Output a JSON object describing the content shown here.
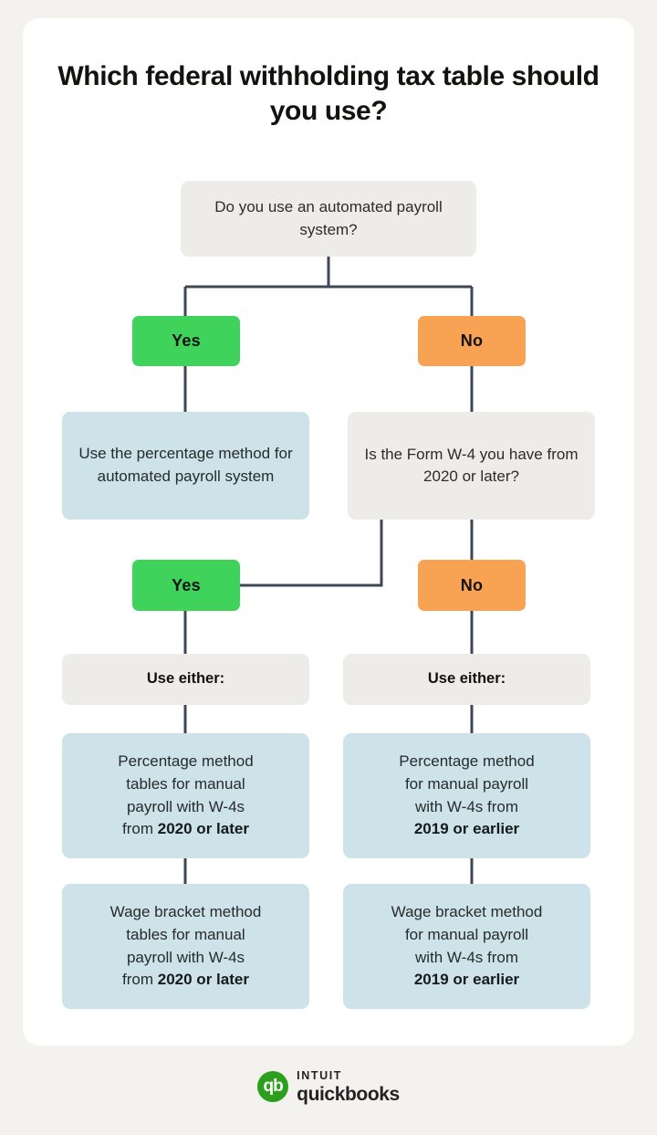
{
  "page": {
    "background_color": "#f3f2ee",
    "card_color": "#ffffff"
  },
  "title": "Which federal withholding tax table should you use?",
  "colors": {
    "yes_green": "#3fd35c",
    "no_orange": "#f8a254",
    "question_gray": "#edece8",
    "answer_blue": "#cde3e9",
    "connector": "#3e4756",
    "brand_green": "#2ca01c"
  },
  "flowchart": {
    "type": "decision-tree",
    "nodes": {
      "q1": {
        "kind": "question",
        "text": "Do you use an automated payroll system?",
        "lines": [
          "Do you use an automated",
          "payroll system?"
        ]
      },
      "q1_yes": {
        "kind": "answer-pill",
        "label": "Yes"
      },
      "q1_no": {
        "kind": "answer-pill",
        "label": "No"
      },
      "outcome_automated": {
        "kind": "outcome",
        "text": "Use the percentage method for automated payroll system",
        "lines": [
          "Use the percentage",
          "method for automated",
          "payroll system"
        ]
      },
      "q2": {
        "kind": "question",
        "text": "Is the Form W-4 you have from 2020 or later?",
        "lines": [
          "Is the Form W-4",
          "you have from",
          "2020 or later?"
        ]
      },
      "q2_yes": {
        "kind": "answer-pill",
        "label": "Yes"
      },
      "q2_no": {
        "kind": "answer-pill",
        "label": "No"
      },
      "use_either_left": {
        "kind": "label",
        "text": "Use either:"
      },
      "use_either_right": {
        "kind": "label",
        "text": "Use either:"
      },
      "left_option_1": {
        "kind": "outcome",
        "text": "Percentage method tables for manual payroll with W-4s from 2020 or later",
        "lines": [
          "Percentage method",
          "tables for manual",
          "payroll with W-4s",
          "from "
        ],
        "emphasis": "2020 or later"
      },
      "left_option_2": {
        "kind": "outcome",
        "text": "Wage bracket method tables for manual payroll with W-4s from 2020 or later",
        "lines": [
          "Wage bracket method",
          "tables for manual",
          "payroll with W-4s",
          "from "
        ],
        "emphasis": "2020 or later"
      },
      "right_option_1": {
        "kind": "outcome",
        "text": "Percentage method for manual payroll with W-4s from 2019 or earlier",
        "lines": [
          "Percentage method",
          "for manual payroll",
          "with W-4s from",
          ""
        ],
        "emphasis": "2019 or earlier"
      },
      "right_option_2": {
        "kind": "outcome",
        "text": "Wage bracket method for manual payroll with W-4s from 2019 or earlier",
        "lines": [
          "Wage bracket method",
          "for manual payroll",
          "with W-4s from",
          ""
        ],
        "emphasis": "2019 or earlier"
      }
    }
  },
  "footer": {
    "logo_mark": "qb",
    "intuit": "INTUIT",
    "quickbooks": "quickbooks"
  }
}
